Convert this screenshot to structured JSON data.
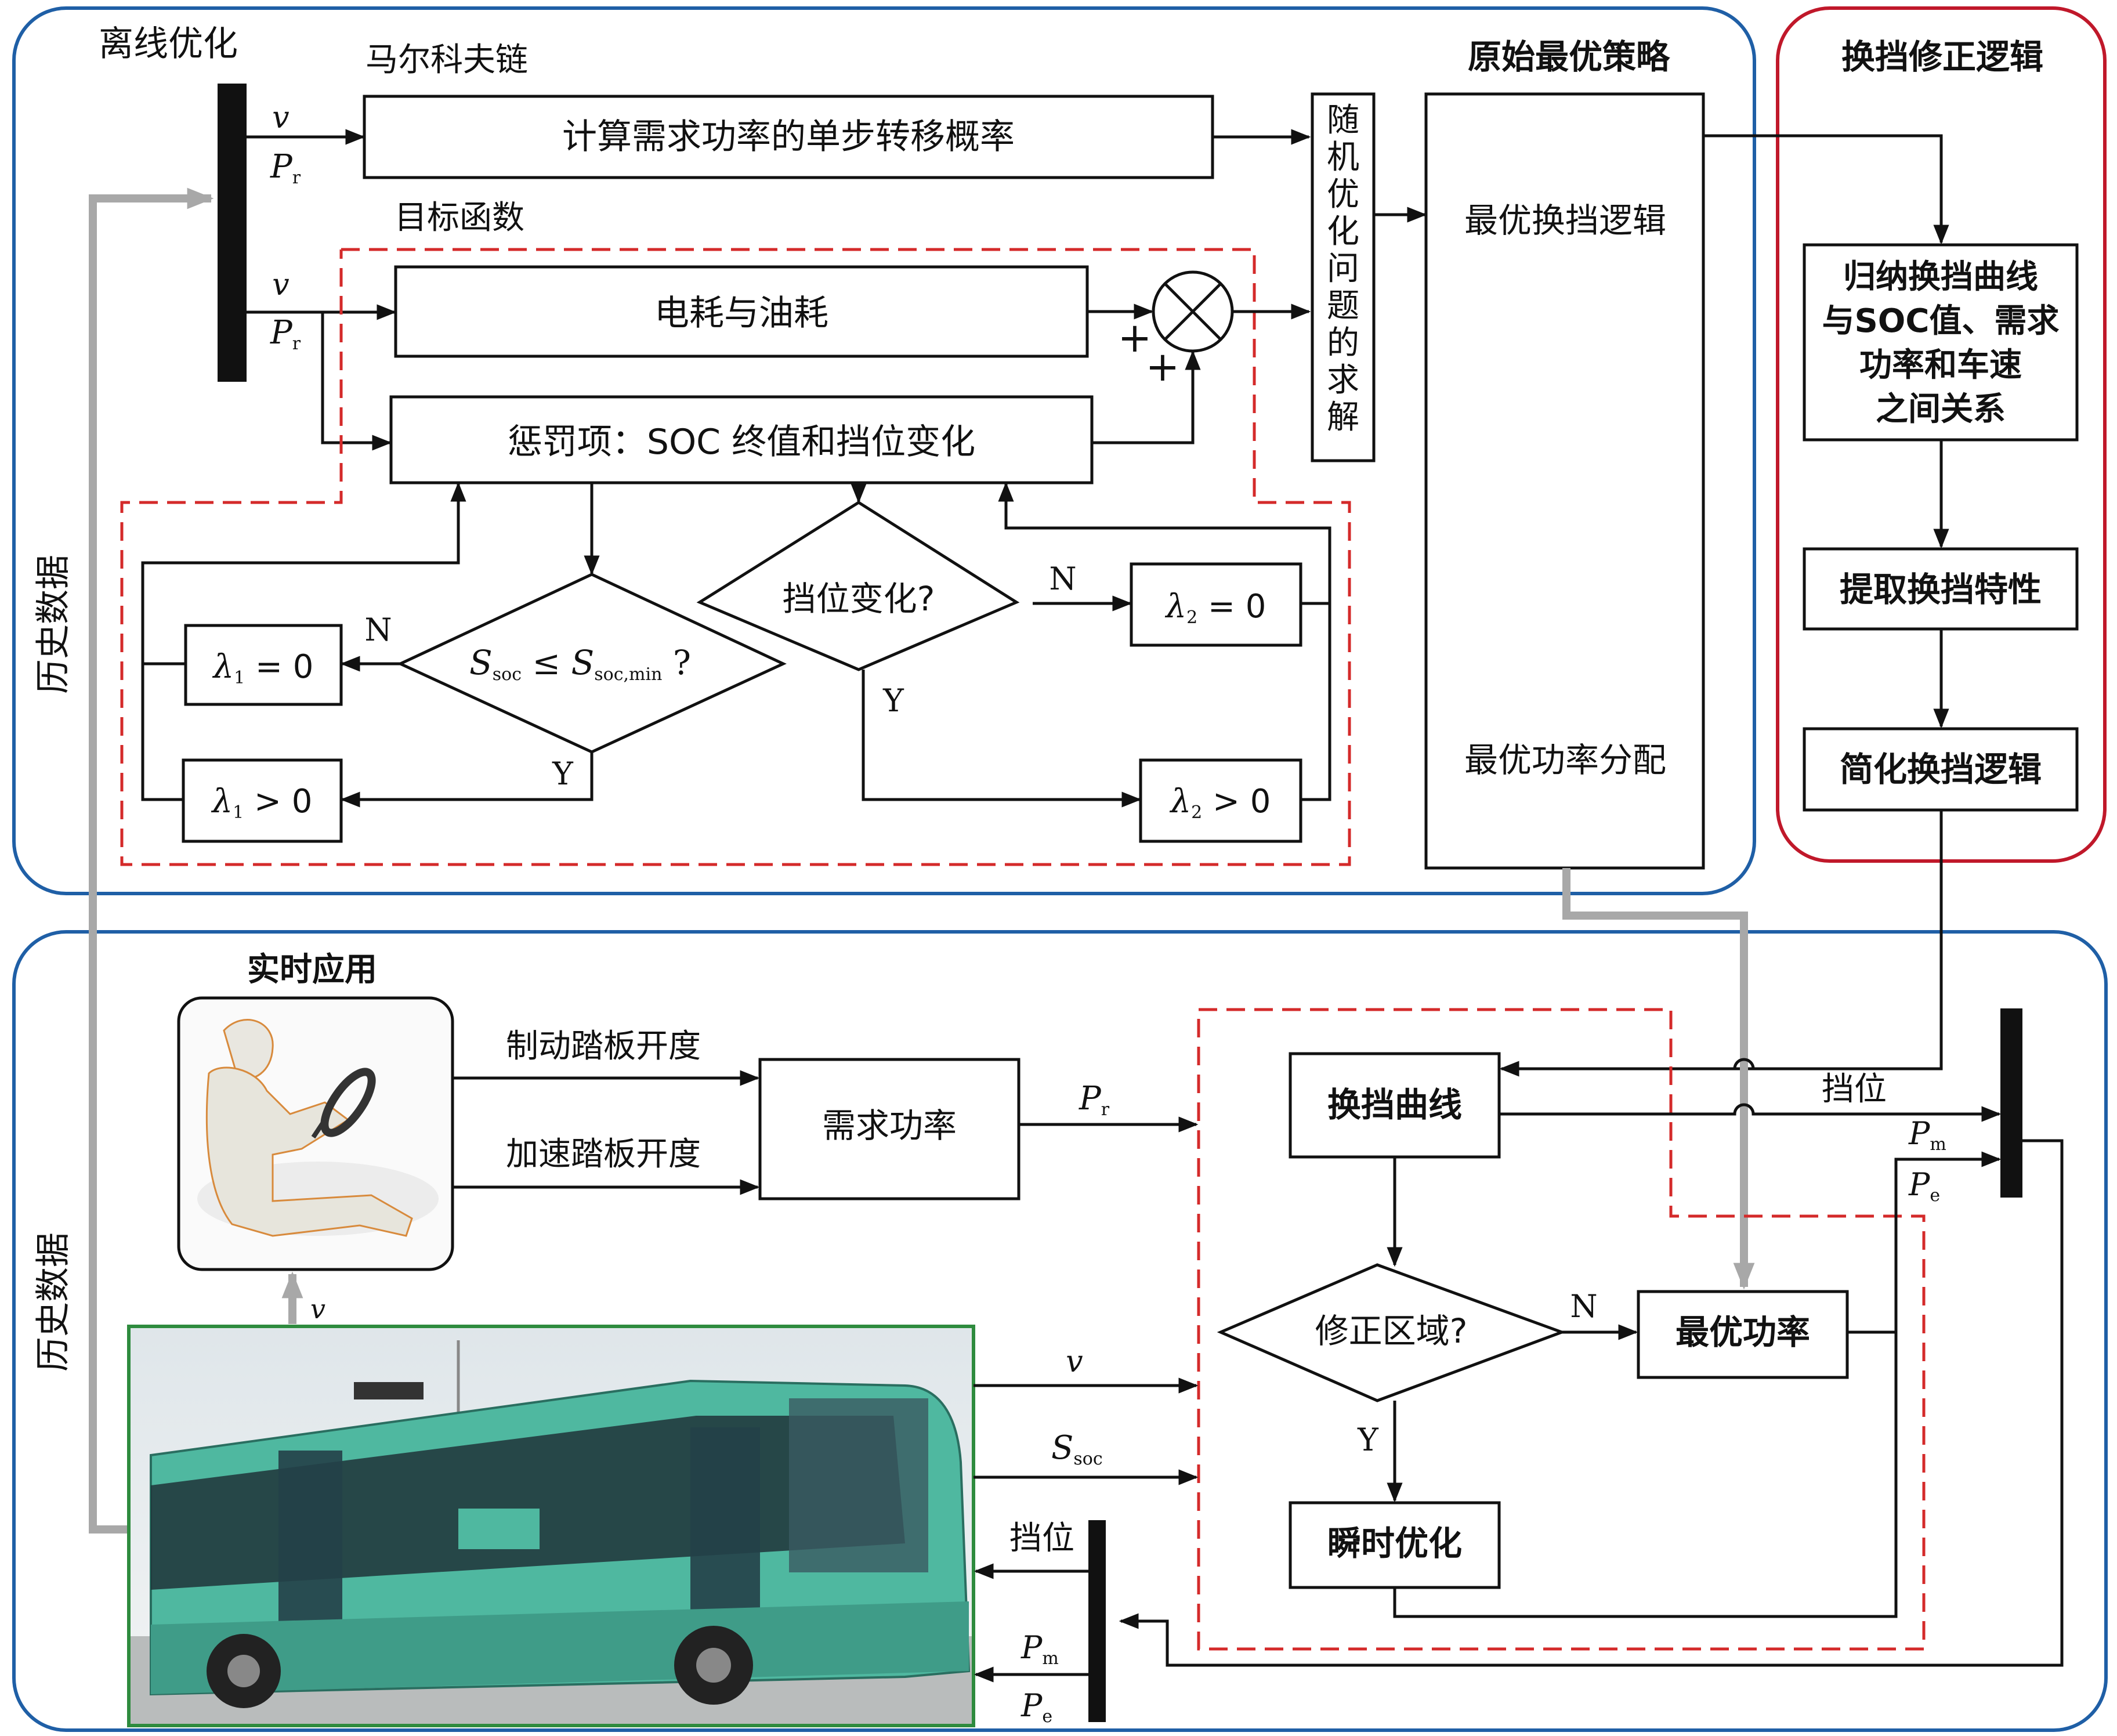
{
  "sections": {
    "offline_title": "离线优化",
    "history_top": "历史数据",
    "history_bottom": "历史数据",
    "markov": "马尔科夫链",
    "objective": "目标函数",
    "original_strategy": "原始最优策略",
    "shift_correction": "换挡修正逻辑",
    "realtime": "实时应用"
  },
  "offline": {
    "v": "v",
    "pr_main": "P",
    "pr_sub": "r",
    "compute_prob": "计算需求功率的单步转移概率",
    "energy_consumption": "电耗与油耗",
    "penalty": "惩罚项：SOC 终值和挡位变化",
    "stochastic_chars": [
      "随",
      "机",
      "优",
      "化",
      "问",
      "题",
      "的",
      "求",
      "解"
    ],
    "plus1": "+",
    "plus2": "+",
    "decision_soc": {
      "s": "S",
      "sub1": "soc",
      "leq": "≤",
      "sub2": "soc,min",
      "q": "?"
    },
    "decision_gear": "挡位变化?",
    "lambda1_zero": {
      "sym": "λ",
      "sub": "1",
      "rel": "= 0"
    },
    "lambda1_pos": {
      "sym": "λ",
      "sub": "1",
      "rel": "> 0"
    },
    "lambda2_zero": {
      "sym": "λ",
      "sub": "2",
      "rel": "= 0"
    },
    "lambda2_pos": {
      "sym": "λ",
      "sub": "2",
      "rel": "> 0"
    },
    "N": "N",
    "Y": "Y"
  },
  "strategy": {
    "optimal_shift": "最优换挡逻辑",
    "optimal_power": "最优功率分配"
  },
  "correction": {
    "induce": [
      "归纳换挡曲线",
      "与SOC值、需求",
      "功率和车速",
      "之间关系"
    ],
    "extract": "提取换挡特性",
    "simplify": "简化换挡逻辑"
  },
  "realtime": {
    "brake": "制动踏板开度",
    "accel": "加速踏板开度",
    "demand_power": "需求功率",
    "shift_curve": "换挡曲线",
    "correction_zone": "修正区域?",
    "optimal_power": "最优功率",
    "instant_opt": "瞬时优化",
    "gear": "挡位",
    "gear2": "挡位",
    "pm_main": "P",
    "pm_sub": "m",
    "pe_main": "P",
    "pe_sub": "e",
    "ssoc_main": "S",
    "ssoc_sub": "soc",
    "v": "v",
    "N": "N",
    "Y": "Y"
  },
  "colors": {
    "panel_border": "#1f5fa6",
    "correction_border": "#c0182a",
    "dashed": "#d42a2a",
    "gray_arrow": "#a8a8a8",
    "bus_frame": "#2e8b3e",
    "bus_body": "#4fb8a0"
  }
}
